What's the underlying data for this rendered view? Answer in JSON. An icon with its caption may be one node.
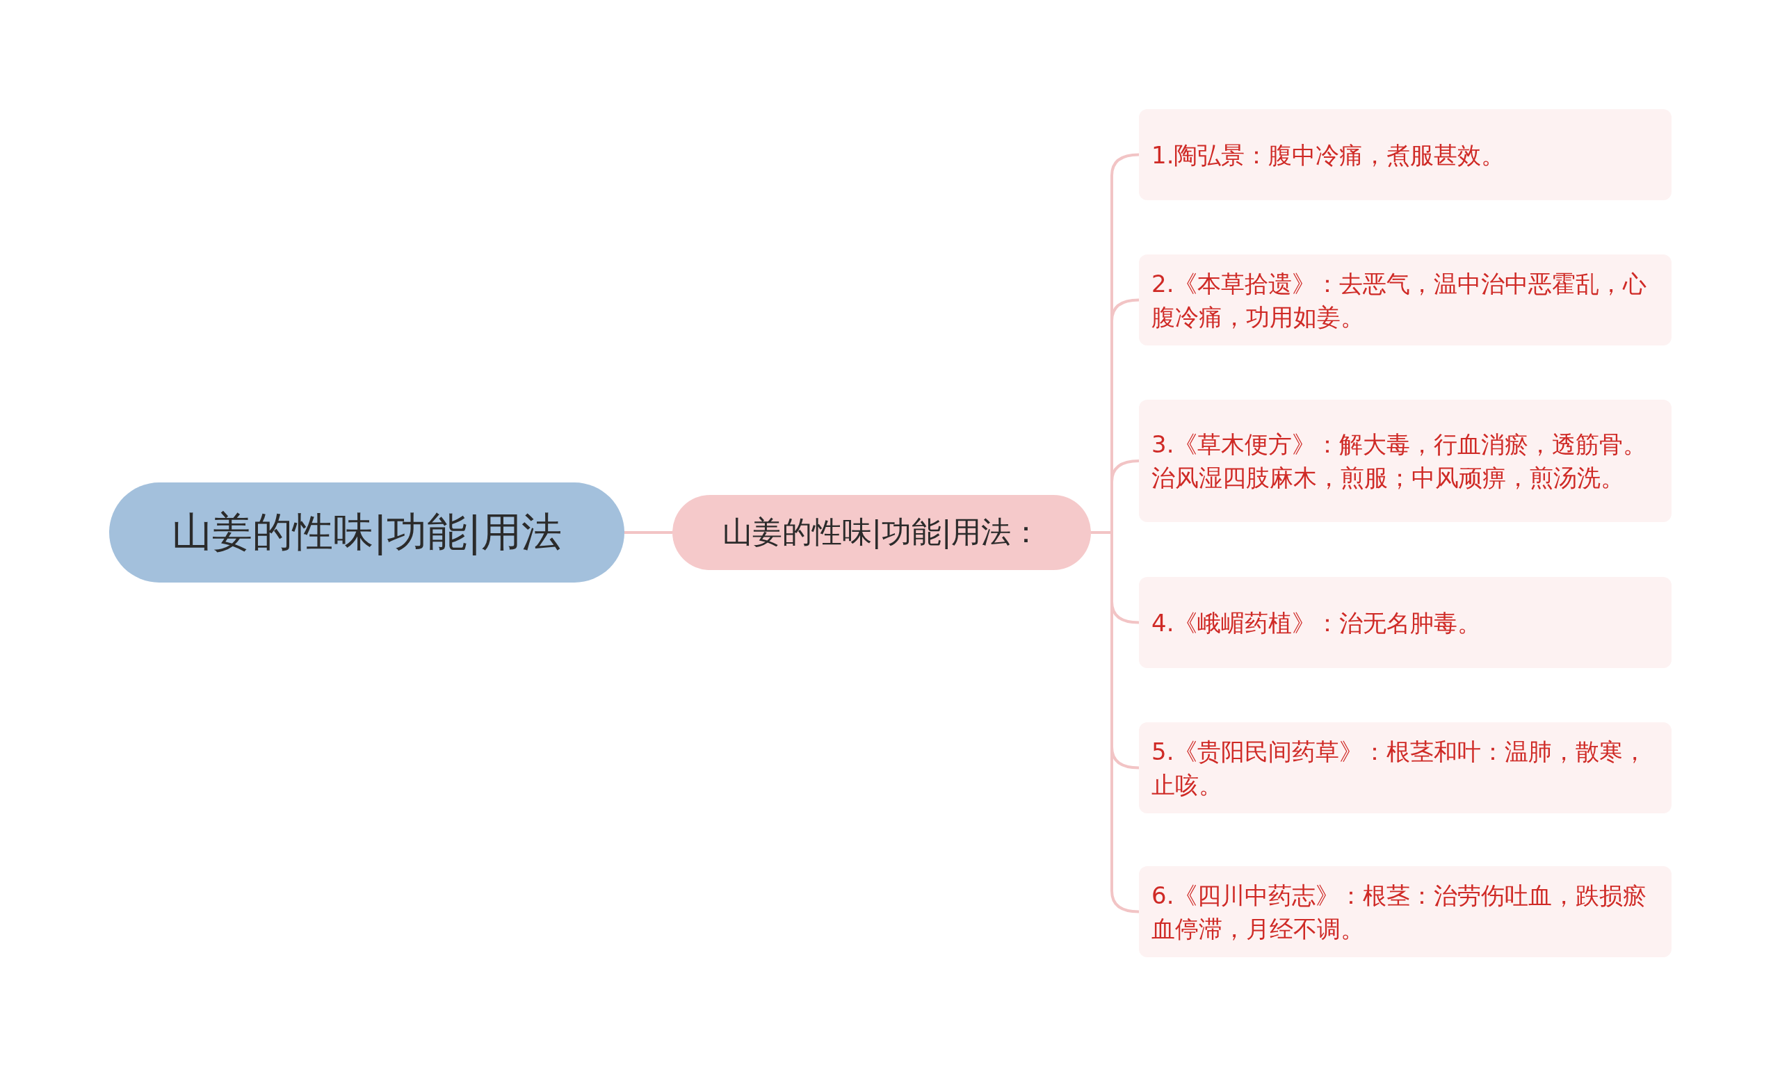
{
  "diagram": {
    "nodes": [
      {
        "text": [
          "山姜的性味|功能|用法"
        ]
      },
      {
        "text": [
          "山姜的性味|功能|用法："
        ]
      },
      {
        "text": [
          "1.陶弘景：腹中冷痛，煮服甚效。"
        ]
      },
      {
        "text": [
          "2.《本草拾遗》：去恶气，温中治中恶霍乱，心腹冷痛，功用如姜。"
        ]
      },
      {
        "text": [
          "3.《草木便方》：解大毒，行血消瘀，透筋骨。治风湿四肢麻木，煎服；中风顽痹，煎汤洗。"
        ]
      },
      {
        "text": [
          "4.《峨嵋药植》：治无名肿毒。"
        ]
      },
      {
        "text": [
          "5.《贵阳民间药草》：根茎和叶：温肺，散寒，止咳。"
        ]
      },
      {
        "text": [
          "6.《四川中药志》：根茎：治劳伤吐血，跌损瘀血停滞，月经不调。"
        ]
      }
    ],
    "edges": [
      {
        "from": 0,
        "to": 1,
        "arrow": "none"
      },
      {
        "from": 1,
        "to": 2,
        "arrow": "none"
      },
      {
        "from": 1,
        "to": 3,
        "arrow": "none"
      },
      {
        "from": 1,
        "to": 4,
        "arrow": "none"
      },
      {
        "from": 1,
        "to": 5,
        "arrow": "none"
      },
      {
        "from": 1,
        "to": 6,
        "arrow": "none"
      },
      {
        "from": 1,
        "to": 7,
        "arrow": "none"
      }
    ]
  }
}
